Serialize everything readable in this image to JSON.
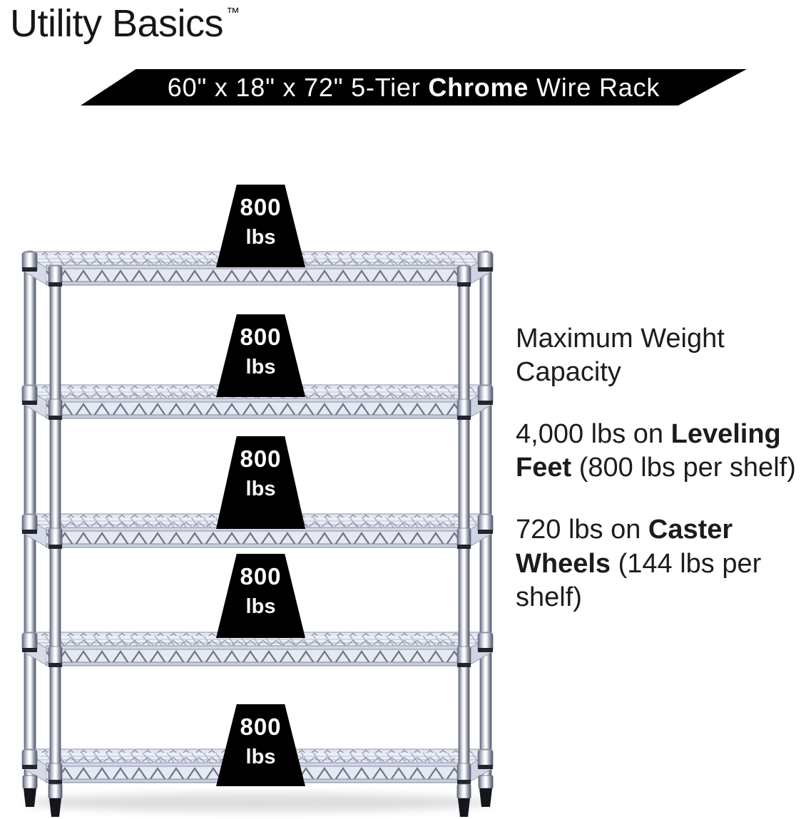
{
  "brand": {
    "name": "Utility Basics",
    "trademark": "™"
  },
  "banner": {
    "segments": [
      {
        "text": "60\" x 18\" x 72\" 5-Tier ",
        "bold": false
      },
      {
        "text": "Chrome",
        "bold": true
      },
      {
        "text": " Wire Rack",
        "bold": false
      }
    ]
  },
  "rack": {
    "tiers": 5,
    "weights": [
      {
        "value": "800",
        "unit": "lbs"
      },
      {
        "value": "800",
        "unit": "lbs"
      },
      {
        "value": "800",
        "unit": "lbs"
      },
      {
        "value": "800",
        "unit": "lbs"
      },
      {
        "value": "800",
        "unit": "lbs"
      }
    ]
  },
  "info": {
    "heading": "Maximum Weight Capacity",
    "paragraphs": [
      {
        "segments": [
          {
            "text": "4,000 lbs on ",
            "bold": false
          },
          {
            "text": "Leveling Feet",
            "bold": true
          },
          {
            "text": " (800 lbs per shelf)",
            "bold": false
          }
        ]
      },
      {
        "segments": [
          {
            "text": "720 lbs on ",
            "bold": false
          },
          {
            "text": "Caster Wheels",
            "bold": true
          },
          {
            "text": " (144 lbs per shelf)",
            "bold": false
          }
        ]
      }
    ]
  },
  "colors": {
    "background": "#ffffff",
    "banner_bg": "#000000",
    "banner_text": "#ffffff",
    "weight_bg": "#000000",
    "weight_text": "#ffffff",
    "body_text": "#1c1c1c",
    "chrome_light": "#f2f3f7",
    "chrome_mid": "#c7ccd9",
    "chrome_dark": "#565b6b",
    "wire": "#8d94ab"
  }
}
